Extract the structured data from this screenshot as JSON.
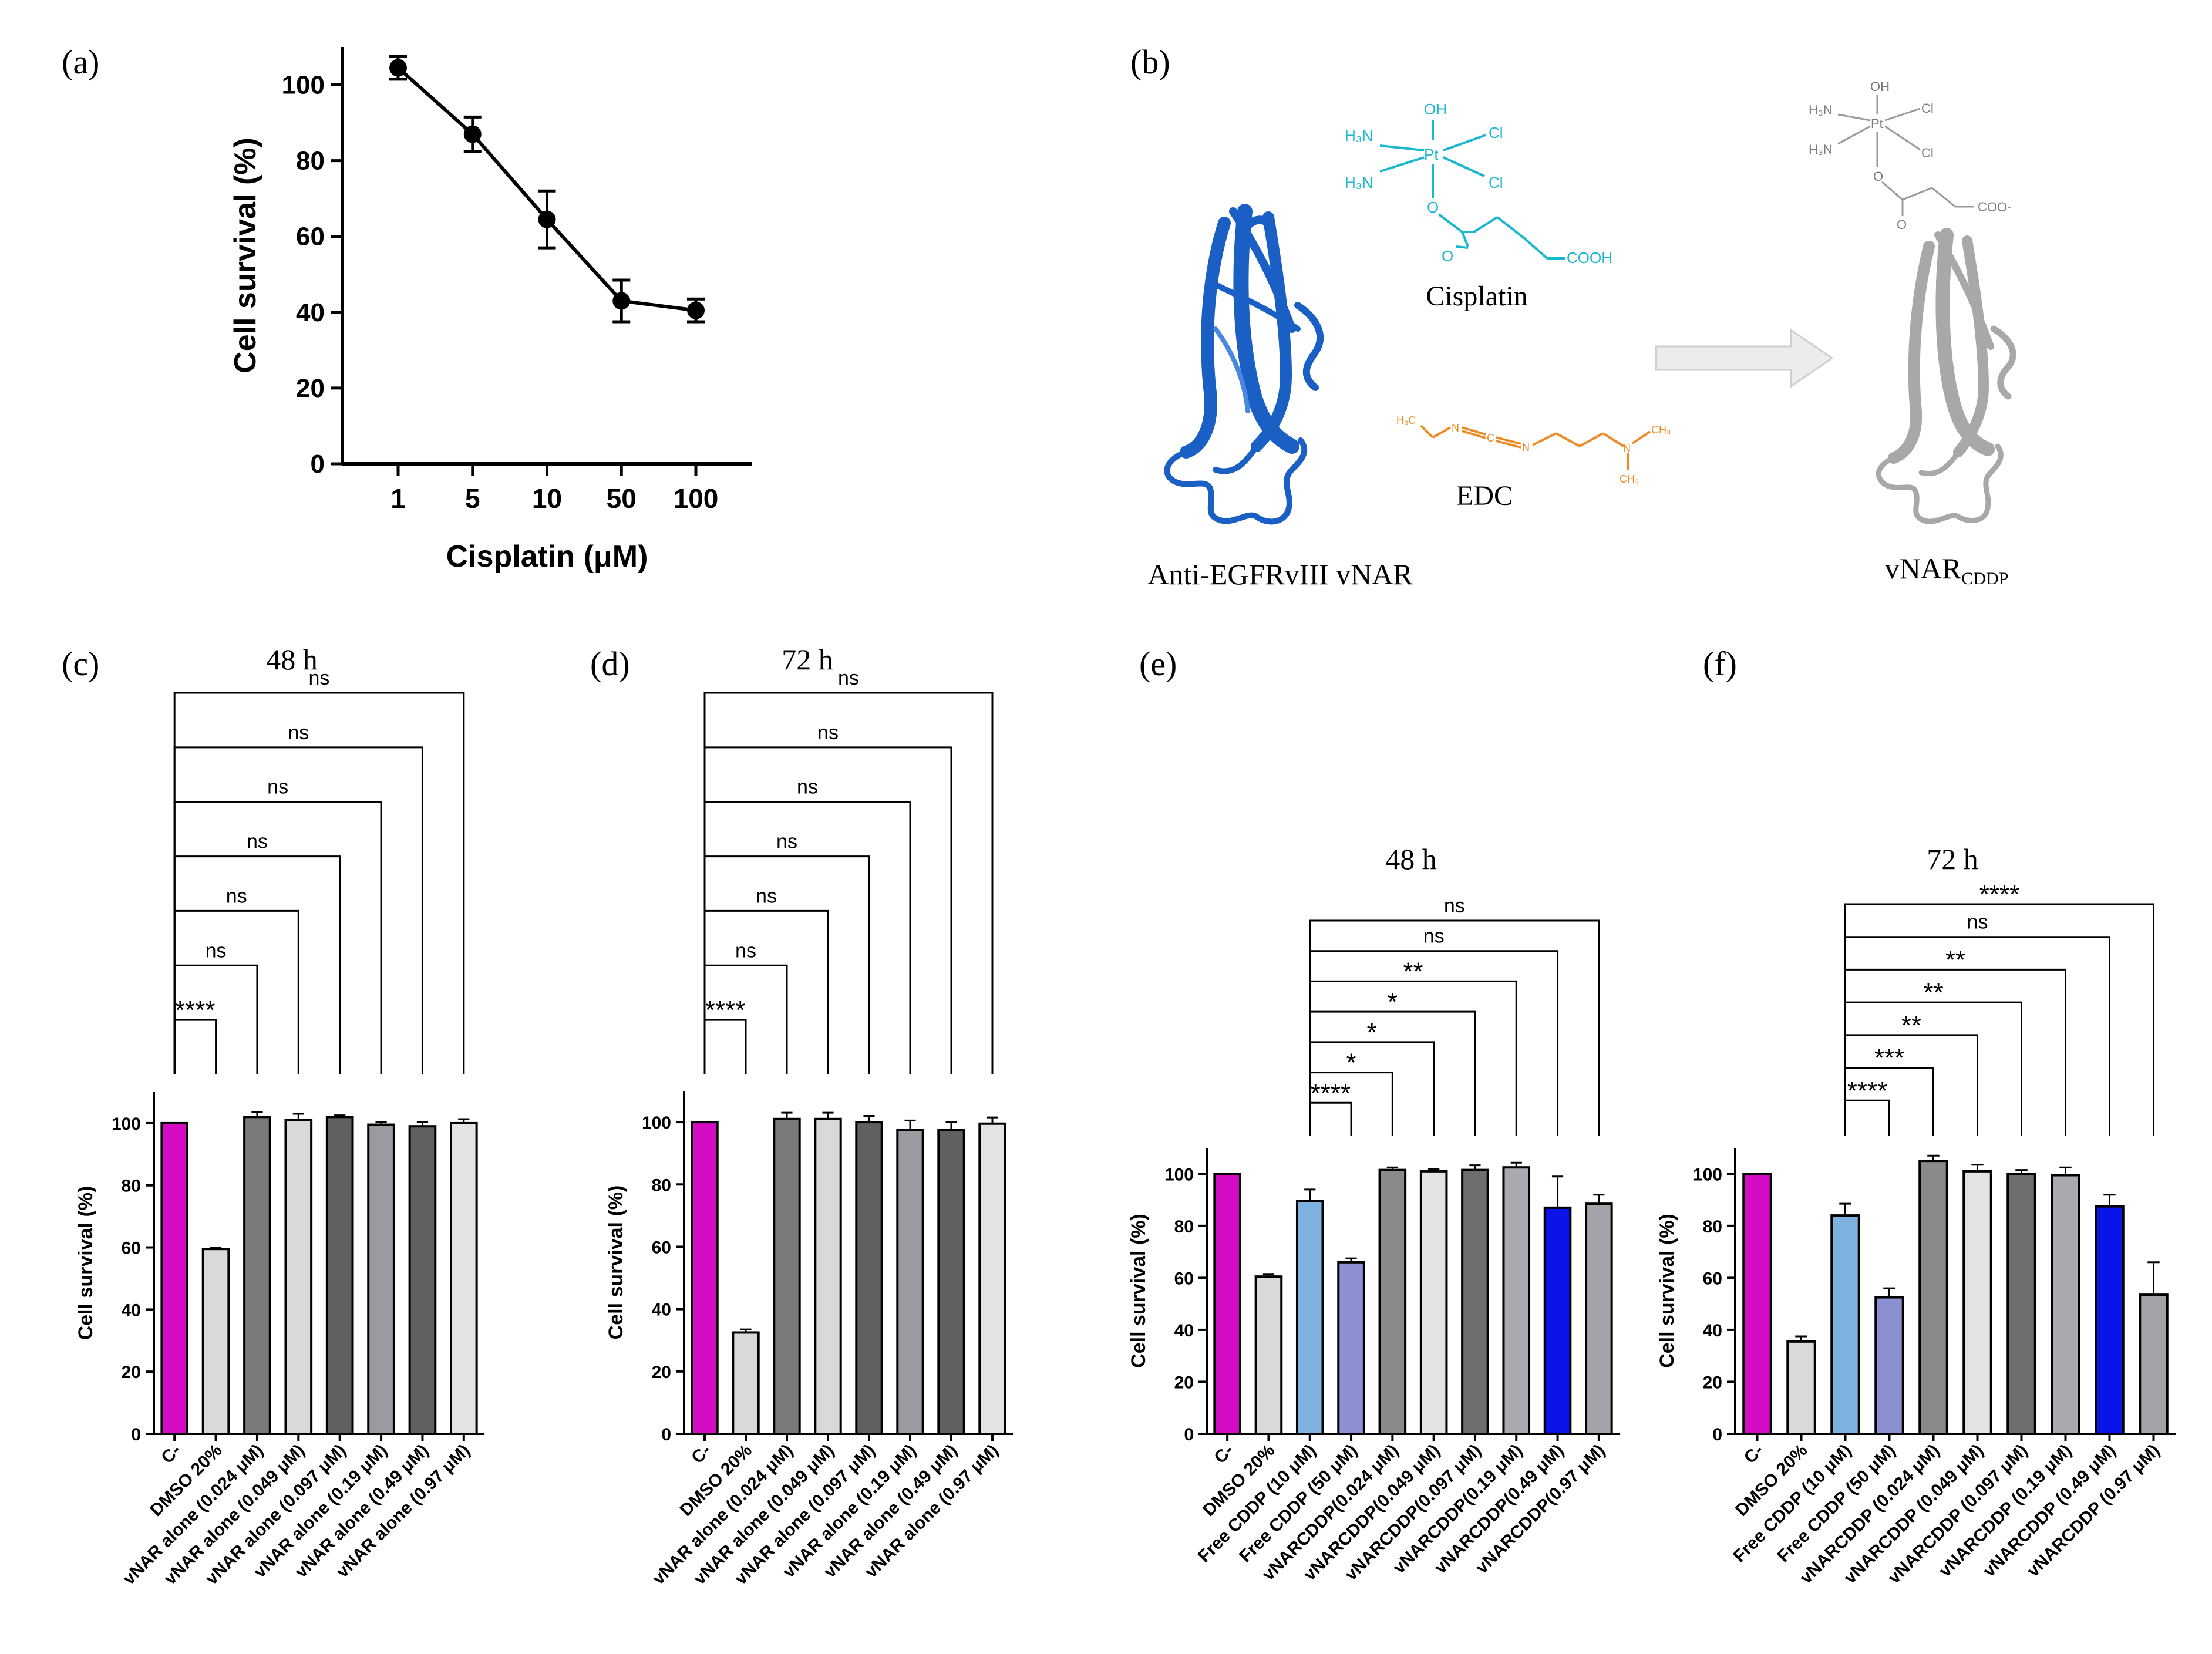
{
  "panels": {
    "a": {
      "label": "(a)"
    },
    "b": {
      "label": "(b)",
      "vnar_caption": "Anti-EGFRvIII vNAR",
      "cisplatin_caption": "Cisplatin",
      "edc_caption": "EDC",
      "product_caption_main": "vNAR",
      "product_caption_sub": "CDDP",
      "cisplatin_atoms": {
        "oh": "OH",
        "h3n_top": "H₃N",
        "h3n_bottom": "H₃N",
        "pt": "Pt",
        "cl_top": "Cl",
        "cl_bottom": "Cl",
        "o": "O",
        "carbonyl_o": "O",
        "cooh": "COOH"
      },
      "product_atoms": {
        "oh": "OH",
        "h3n_top": "H₃N",
        "h3n_bottom": "H₃N",
        "pt": "Pt",
        "cl_top": "Cl",
        "cl_bottom": "Cl",
        "o": "O",
        "carbonyl_o": "O",
        "coo": "COO-"
      },
      "edc_atoms": {
        "ch3_left": "H₃C",
        "n1": "N",
        "c": "C",
        "n2": "N",
        "n3": "N",
        "ch3_top": "CH₃",
        "ch3_bottom": "CH₃"
      },
      "colors": {
        "vnar": "#1a5fc4",
        "cisplatin": "#19b8d0",
        "edc": "#f08a24",
        "product": "#a8a8a8",
        "arrow": "#ececec"
      }
    },
    "c": {
      "label": "(c)"
    },
    "d": {
      "label": "(d)"
    },
    "e": {
      "label": "(e)"
    },
    "f": {
      "label": "(f)"
    }
  },
  "chart_data": [
    {
      "id": "a",
      "type": "line",
      "title": "",
      "xlabel": "Cisplatin (μM)",
      "ylabel": "Cell survival (%)",
      "categories": [
        "1",
        "5",
        "10",
        "50",
        "100"
      ],
      "values": [
        104.5,
        87,
        64.5,
        43,
        40.5
      ],
      "errors": [
        3,
        4.5,
        7.5,
        5.5,
        3
      ],
      "ylim": [
        0,
        110
      ],
      "yticks": [
        0,
        20,
        40,
        60,
        80,
        100
      ],
      "color": "#000000"
    },
    {
      "id": "c",
      "type": "bar",
      "title": "48 h",
      "ylabel": "Cell survival (%)",
      "ylim": [
        0,
        110
      ],
      "yticks": [
        0,
        20,
        40,
        60,
        80,
        100
      ],
      "categories": [
        "C-",
        "DMSO 20%",
        "vNAR alone (0.024 μM)",
        "vNAR alone (0.049 μM)",
        "vNAR alone (0.097 μM)",
        "vNAR alone (0.19 μM)",
        "vNAR alone (0.49 μM)",
        "vNAR alone (0.97 μM)"
      ],
      "values": [
        100,
        59.5,
        102,
        101,
        102,
        99.5,
        99,
        100
      ],
      "errors": [
        0,
        0.5,
        1.5,
        2,
        0.5,
        0.8,
        1.3,
        1.3
      ],
      "colors": [
        "#d40cc4",
        "#d9d9d9",
        "#7a7a7a",
        "#d9d9d9",
        "#606060",
        "#9a9aa0",
        "#606060",
        "#e3e3e3"
      ],
      "comparisons": [
        {
          "from": "C-",
          "to": "DMSO 20%",
          "label": "****"
        },
        {
          "from": "C-",
          "to": "vNAR alone (0.024 μM)",
          "label": "ns"
        },
        {
          "from": "C-",
          "to": "vNAR alone (0.049 μM)",
          "label": "ns"
        },
        {
          "from": "C-",
          "to": "vNAR alone (0.097 μM)",
          "label": "ns"
        },
        {
          "from": "C-",
          "to": "vNAR alone (0.19 μM)",
          "label": "ns"
        },
        {
          "from": "C-",
          "to": "vNAR alone (0.49 μM)",
          "label": "ns"
        },
        {
          "from": "C-",
          "to": "vNAR alone (0.97 μM)",
          "label": "ns"
        }
      ]
    },
    {
      "id": "d",
      "type": "bar",
      "title": "72 h",
      "ylabel": "Cell survival (%)",
      "ylim": [
        0,
        110
      ],
      "yticks": [
        0,
        20,
        40,
        60,
        80,
        100
      ],
      "categories": [
        "C-",
        "DMSO 20%",
        "vNAR alone (0.024 μM)",
        "vNAR alone (0.049 μM)",
        "vNAR alone (0.097 μM)",
        "vNAR alone (0.19 μM)",
        "vNAR alone (0.49 μM)",
        "vNAR alone (0.97 μM)"
      ],
      "values": [
        100,
        32.5,
        101,
        101,
        100,
        97.5,
        97.5,
        99.5
      ],
      "errors": [
        0,
        1,
        2,
        2,
        2,
        3,
        2.5,
        2
      ],
      "colors": [
        "#d40cc4",
        "#d9d9d9",
        "#7a7a7a",
        "#d9d9d9",
        "#606060",
        "#9a9aa0",
        "#606060",
        "#e3e3e3"
      ],
      "comparisons": [
        {
          "from": "C-",
          "to": "DMSO 20%",
          "label": "****"
        },
        {
          "from": "C-",
          "to": "vNAR alone (0.024 μM)",
          "label": "ns"
        },
        {
          "from": "C-",
          "to": "vNAR alone (0.049 μM)",
          "label": "ns"
        },
        {
          "from": "C-",
          "to": "vNAR alone (0.097 μM)",
          "label": "ns"
        },
        {
          "from": "C-",
          "to": "vNAR alone (0.19 μM)",
          "label": "ns"
        },
        {
          "from": "C-",
          "to": "vNAR alone (0.49 μM)",
          "label": "ns"
        },
        {
          "from": "C-",
          "to": "vNAR alone (0.97 μM)",
          "label": "ns"
        }
      ]
    },
    {
      "id": "e",
      "type": "bar",
      "title": "48 h",
      "ylabel": "Cell survival (%)",
      "ylim": [
        0,
        110
      ],
      "yticks": [
        0,
        20,
        40,
        60,
        80,
        100
      ],
      "categories": [
        "C-",
        "DMSO 20%",
        "Free CDDP (10 μM)",
        "Free CDDP (50 μM)",
        "vNARCDDP(0.024 μM)",
        "vNARCDDP(0.049 μM)",
        "vNARCDDP(0.097 μM)",
        "vNARCDDP(0.19 μM)",
        "vNARCDDP(0.49 μM)",
        "vNARCDDP(0.97 μM)"
      ],
      "values": [
        100,
        60.5,
        89.5,
        66,
        101.5,
        101,
        101.5,
        102.5,
        87,
        88.5
      ],
      "errors": [
        0,
        1,
        4.5,
        1.5,
        1,
        0.8,
        1.8,
        1.8,
        12,
        3.5
      ],
      "colors": [
        "#d40cc4",
        "#d9d9d9",
        "#7eb1dd",
        "#8c8fd0",
        "#8a8a8a",
        "#e3e3e3",
        "#6e6e6e",
        "#a9a9b0",
        "#0a14e8",
        "#a3a3a8"
      ],
      "comparisons": [
        {
          "from": "Free CDDP (10 μM)",
          "to": "Free CDDP (50 μM)",
          "label": "****"
        },
        {
          "from": "Free CDDP (10 μM)",
          "to": "vNARCDDP(0.024 μM)",
          "label": "*"
        },
        {
          "from": "Free CDDP (10 μM)",
          "to": "vNARCDDP(0.049 μM)",
          "label": "*"
        },
        {
          "from": "Free CDDP (10 μM)",
          "to": "vNARCDDP(0.097 μM)",
          "label": "*"
        },
        {
          "from": "Free CDDP (10 μM)",
          "to": "vNARCDDP(0.19 μM)",
          "label": "**"
        },
        {
          "from": "Free CDDP (10 μM)",
          "to": "vNARCDDP(0.49 μM)",
          "label": "ns"
        },
        {
          "from": "Free CDDP (10 μM)",
          "to": "vNARCDDP(0.97 μM)",
          "label": "ns"
        }
      ]
    },
    {
      "id": "f",
      "type": "bar",
      "title": "72 h",
      "ylabel": "Cell survival (%)",
      "ylim": [
        0,
        110
      ],
      "yticks": [
        0,
        20,
        40,
        60,
        80,
        100
      ],
      "categories": [
        "C-",
        "DMSO 20%",
        "Free CDDP (10 μM)",
        "Free CDDP (50 μM)",
        "vNARCDDP (0.024 μM)",
        "vNARCDDP (0.049 μM)",
        "vNARCDDP (0.097 μM)",
        "vNARCDDP (0.19 μM)",
        "vNARCDDP (0.49 μM)",
        "vNARCDDP (0.97 μM)"
      ],
      "values": [
        100,
        35.5,
        84,
        52.5,
        105,
        101,
        100,
        99.5,
        87.5,
        53.5
      ],
      "errors": [
        0,
        2,
        4.5,
        3.5,
        2,
        2.5,
        1.5,
        3,
        4.5,
        12.5
      ],
      "colors": [
        "#d40cc4",
        "#d9d9d9",
        "#7eb1dd",
        "#8c8fd0",
        "#8a8a8a",
        "#e3e3e3",
        "#6e6e6e",
        "#a9a9b0",
        "#0a14e8",
        "#a3a3a8"
      ],
      "comparisons": [
        {
          "from": "Free CDDP (10 μM)",
          "to": "Free CDDP (50 μM)",
          "label": "****"
        },
        {
          "from": "Free CDDP (10 μM)",
          "to": "vNARCDDP (0.024 μM)",
          "label": "***"
        },
        {
          "from": "Free CDDP (10 μM)",
          "to": "vNARCDDP (0.049 μM)",
          "label": "**"
        },
        {
          "from": "Free CDDP (10 μM)",
          "to": "vNARCDDP (0.097 μM)",
          "label": "**"
        },
        {
          "from": "Free CDDP (10 μM)",
          "to": "vNARCDDP (0.19 μM)",
          "label": "**"
        },
        {
          "from": "Free CDDP (10 μM)",
          "to": "vNARCDDP (0.49 μM)",
          "label": "ns"
        },
        {
          "from": "Free CDDP (10 μM)",
          "to": "vNARCDDP (0.97 μM)",
          "label": "****"
        }
      ]
    }
  ]
}
